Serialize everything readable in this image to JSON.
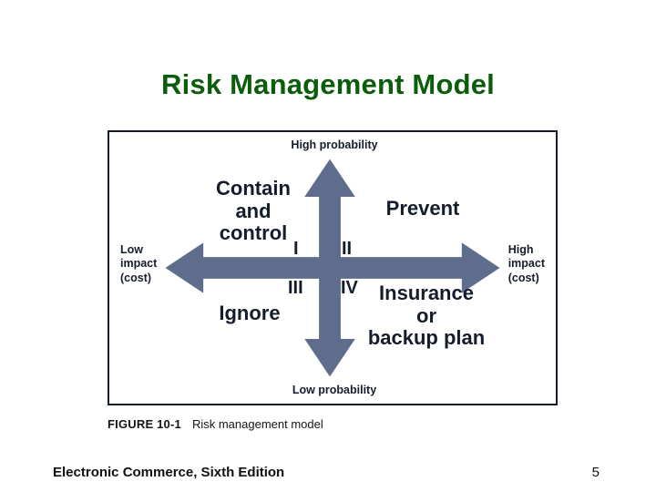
{
  "slide": {
    "title": "Risk Management Model",
    "title_color": "#0b5c0b",
    "background_color": "#ffffff"
  },
  "figure": {
    "border_color": "#151c2b",
    "arrow_color": "#5f6d8c",
    "text_color": "#151c2b",
    "axes": {
      "top_label": "High probability",
      "bottom_label": "Low probability",
      "left_label": "Low\nimpact\n(cost)",
      "right_label": "High\nimpact\n(cost)"
    },
    "quadrants": [
      {
        "numeral": "I",
        "label": "Contain\nand\ncontrol"
      },
      {
        "numeral": "II",
        "label": "Prevent"
      },
      {
        "numeral": "III",
        "label": "Ignore"
      },
      {
        "numeral": "IV",
        "label": "Insurance\nor\nbackup plan"
      }
    ],
    "caption": {
      "id": "FIGURE 10-1",
      "text": "Risk management model"
    }
  },
  "footer": {
    "title": "Electronic Commerce, Sixth Edition",
    "page_number": "5"
  }
}
